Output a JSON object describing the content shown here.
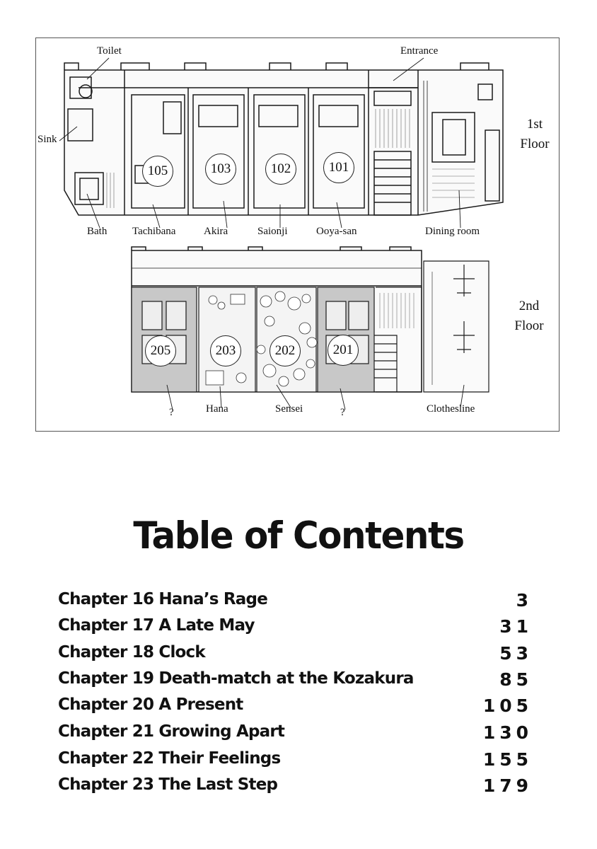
{
  "floorplan": {
    "labels": {
      "toilet": "Toilet",
      "entrance": "Entrance",
      "sink": "Sink",
      "bath": "Bath",
      "tachibana": "Tachibana",
      "akira": "Akira",
      "saionji": "Saionji",
      "ooya_san": "Ooya-san",
      "dining_room": "Dining room",
      "unknown_205": "?",
      "hana": "Hana",
      "sensei": "Sensei",
      "unknown_201": "?",
      "clothesline": "Clothesline"
    },
    "first_floor": {
      "line1": "1st",
      "line2": "Floor"
    },
    "second_floor": {
      "line1": "2nd",
      "line2": "Floor"
    },
    "rooms": {
      "r105": "105",
      "r103": "103",
      "r102": "102",
      "r101": "101",
      "r205": "205",
      "r203": "203",
      "r202": "202",
      "r201": "201"
    }
  },
  "toc": {
    "title": "Table of Contents",
    "chapters": [
      {
        "label": "Chapter 16 Hana’s Rage",
        "page": "3"
      },
      {
        "label": "Chapter 17 A Late May",
        "page": "31"
      },
      {
        "label": "Chapter 18 Clock",
        "page": "53"
      },
      {
        "label": "Chapter 19 Death-match at the Kozakura",
        "page": "85"
      },
      {
        "label": "Chapter 20 A Present",
        "page": "105"
      },
      {
        "label": "Chapter 21 Growing Apart",
        "page": "130"
      },
      {
        "label": "Chapter 22 Their Feelings",
        "page": "155"
      },
      {
        "label": "Chapter 23 The Last Step",
        "page": "179"
      }
    ]
  }
}
